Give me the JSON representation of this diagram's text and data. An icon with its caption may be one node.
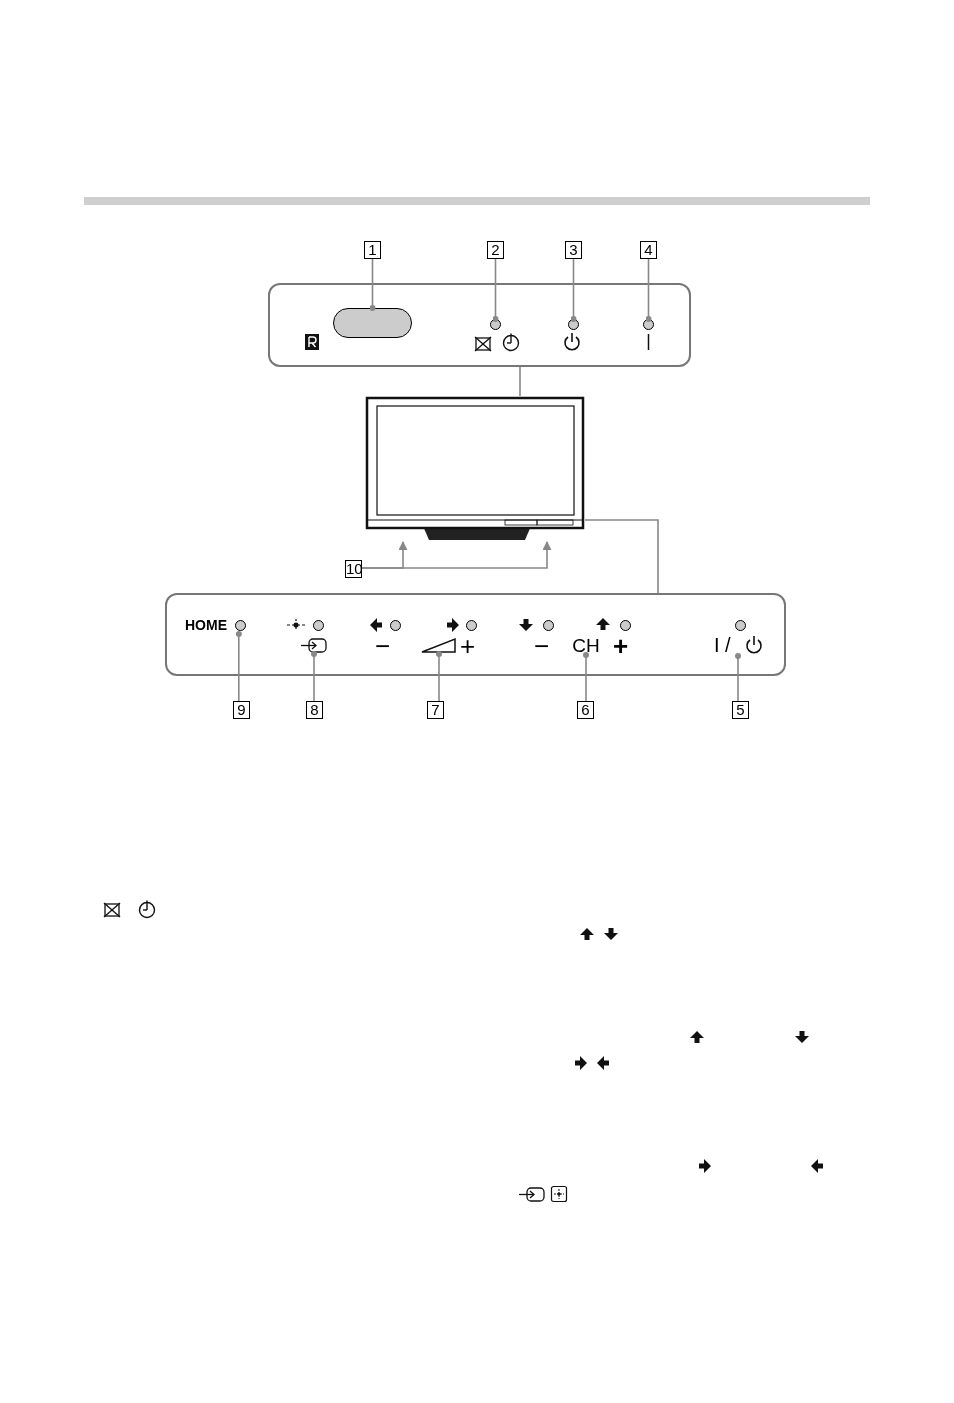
{
  "diagram": {
    "nodes": [
      {
        "text": [
          "1"
        ]
      },
      {
        "text": [
          "2"
        ]
      },
      {
        "text": [
          "3"
        ]
      },
      {
        "text": [
          "4"
        ]
      },
      {
        "text": [],
        "shape": "box"
      },
      {
        "text": [],
        "shape": "box",
        "in": 4
      },
      {
        "text": [],
        "shape": "circle",
        "in": 4
      },
      {
        "text": [],
        "shape": "circle",
        "in": 4
      },
      {
        "text": [],
        "shape": "circle",
        "in": 4
      },
      {
        "text": [],
        "shape": "picture"
      },
      {
        "text": [
          "10"
        ]
      },
      {
        "text": [],
        "shape": "box"
      },
      {
        "text": [
          "HOME"
        ],
        "in": 11
      },
      {
        "text": [],
        "shape": "picture",
        "in": 11
      },
      {
        "text": [],
        "shape": "picture",
        "in": 11
      },
      {
        "text": [
          "CH"
        ],
        "in": 11
      },
      {
        "text": [
          "I /"
        ],
        "in": 11
      },
      {
        "text": [
          "9"
        ]
      },
      {
        "text": [
          "8"
        ]
      },
      {
        "text": [
          "7"
        ]
      },
      {
        "text": [
          "6"
        ]
      },
      {
        "text": [
          "5"
        ]
      }
    ],
    "edges": [
      {
        "from": 0,
        "to": 5,
        "arrow": "other"
      },
      {
        "from": 1,
        "to": 6,
        "arrow": "other"
      },
      {
        "from": 2,
        "to": 7,
        "arrow": "other"
      },
      {
        "from": 3,
        "to": 8,
        "arrow": "other"
      },
      {
        "from": 4,
        "to": 9,
        "arrow": "none"
      },
      {
        "from": 10,
        "to": 9,
        "arrow": "to"
      },
      {
        "from": 10,
        "to": 9,
        "arrow": "to"
      },
      {
        "from": 11,
        "to": 9,
        "arrow": "none"
      },
      {
        "from": 17,
        "to": 12,
        "arrow": "other"
      },
      {
        "from": 18,
        "to": 13,
        "arrow": "other"
      },
      {
        "from": 19,
        "to": 14,
        "arrow": "other"
      },
      {
        "from": 20,
        "to": 15,
        "arrow": "other"
      },
      {
        "from": 21,
        "to": 16,
        "arrow": "other"
      }
    ],
    "labels": [
      "−",
      "+",
      "−",
      "+"
    ]
  }
}
